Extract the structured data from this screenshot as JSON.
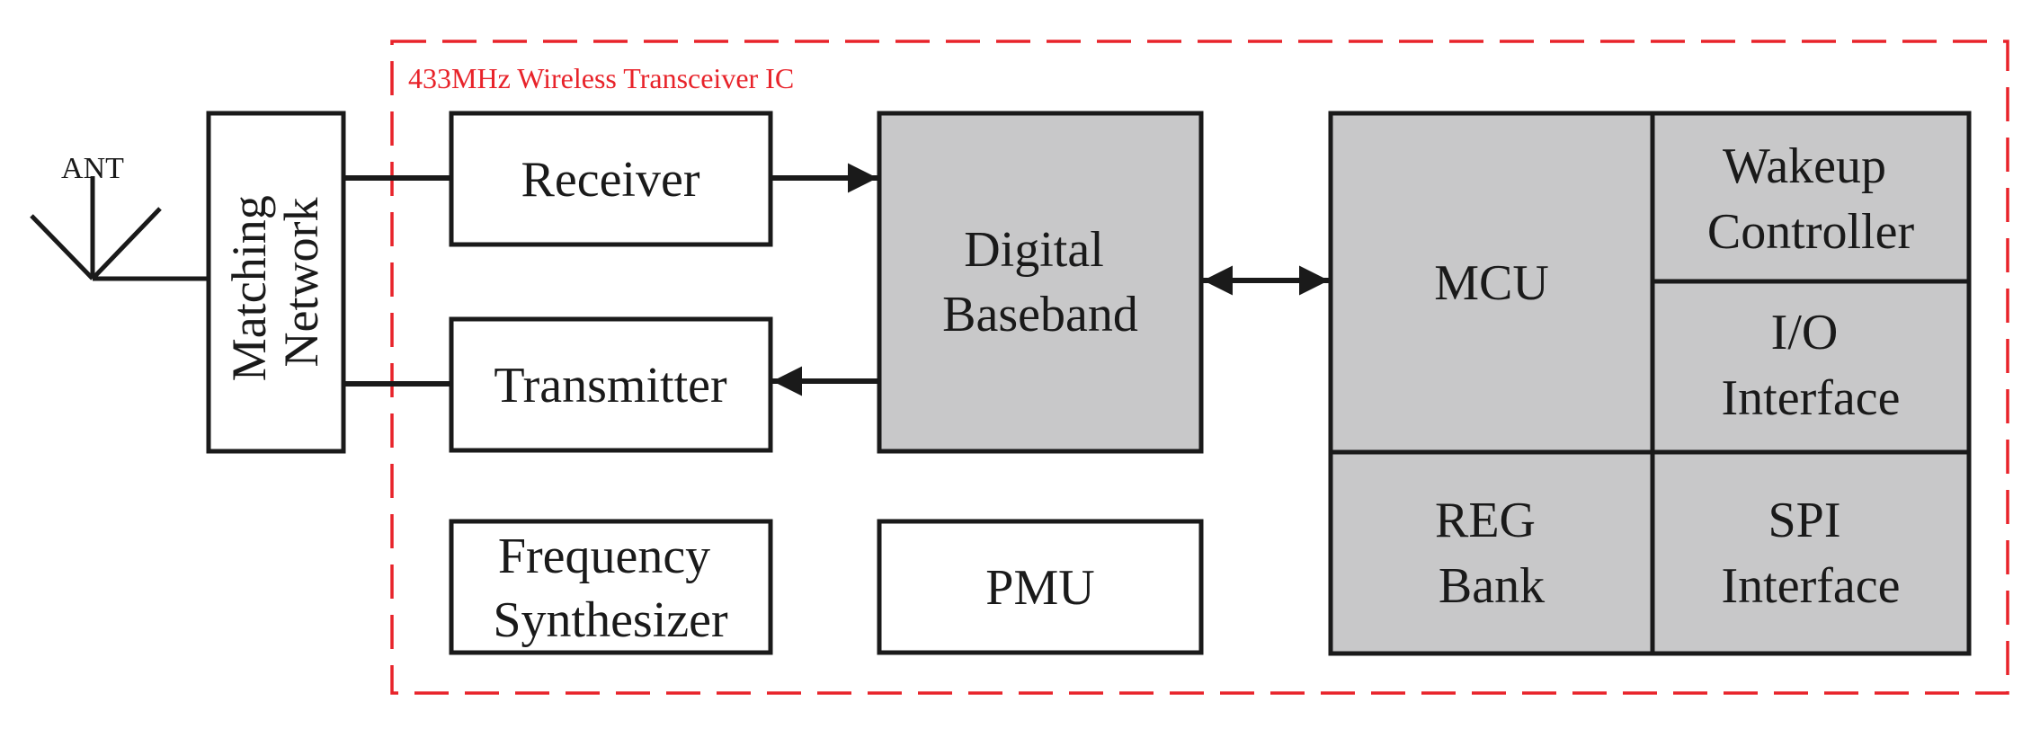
{
  "colors": {
    "ic_border": "#e8232a",
    "block_fill_gray": "#c8c8c9",
    "block_fill_white": "#ffffff",
    "stroke": "#1a1a1a"
  },
  "ic_title": "433MHz Wireless Transceiver IC",
  "antenna_label": "ANT",
  "matching_network": {
    "line1": "Matching",
    "line2": "Network"
  },
  "receiver": "Receiver",
  "transmitter": "Transmitter",
  "frequency_synthesizer": {
    "line1": "Frequency",
    "line2": "Synthesizer"
  },
  "pmu": "PMU",
  "digital_baseband": {
    "line1": "Digital",
    "line2": "Baseband"
  },
  "mcu": "MCU",
  "wakeup_controller": {
    "line1": "Wakeup",
    "line2": "Controller"
  },
  "io_interface": {
    "line1": "I/O",
    "line2": "Interface"
  },
  "reg_bank": {
    "line1": "REG",
    "line2": "Bank"
  },
  "spi_interface": {
    "line1": "SPI",
    "line2": "Interface"
  }
}
